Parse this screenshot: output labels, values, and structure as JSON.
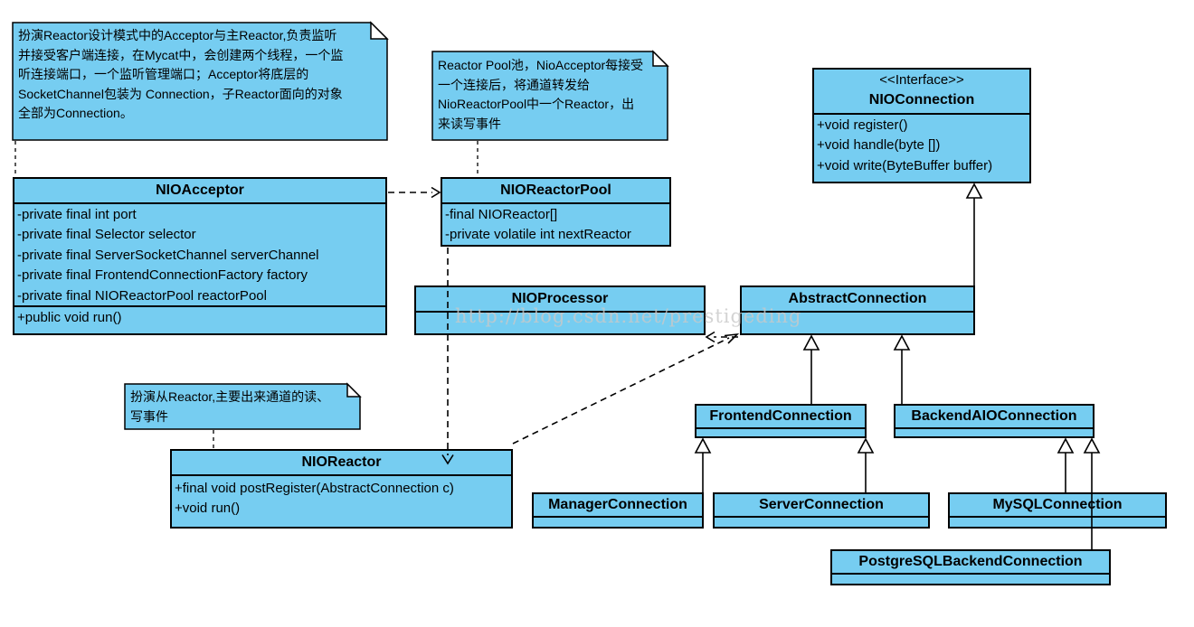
{
  "diagram": {
    "title": "Mycat NIO class diagram",
    "colors": {
      "node_fill": "#76cdf1",
      "border": "#000000",
      "background": "#ffffff",
      "watermark_text_color": "#c9c9c9"
    },
    "watermark": "http://blog.csdn.net/prestigeding"
  },
  "notes": [
    {
      "id": "note-acceptor",
      "text": "扮演Reactor设计模式中的Acceptor与主Reactor,负责监听\n并接受客户端连接，在Mycat中，会创建两个线程，一个监\n听连接端口，一个监听管理端口；Acceptor将底层的\nSocketChannel包装为 Connection，子Reactor面向的对象\n全部为Connection。"
    },
    {
      "id": "note-reactorpool",
      "text": "Reactor Pool池，NioAcceptor每接受\n一个连接后，将通道转发给\nNioReactorPool中一个Reactor，出\n来读写事件"
    },
    {
      "id": "note-nioreactor",
      "text": "扮演从Reactor,主要出来通道的读、\n写事件"
    }
  ],
  "classes": [
    {
      "id": "NIOConnection",
      "stereotype": "<<Interface>>",
      "name": "NIOConnection",
      "attributes": [],
      "methods": [
        "+void register()",
        "+void handle(byte [])",
        "+void write(ByteBuffer buffer)"
      ]
    },
    {
      "id": "NIOAcceptor",
      "name": "NIOAcceptor",
      "attributes": [
        "-private final int port",
        "-private final Selector selector",
        "-private final ServerSocketChannel serverChannel",
        "-private final FrontendConnectionFactory factory",
        "-private final NIOReactorPool reactorPool"
      ],
      "methods": [
        "+public void run()"
      ]
    },
    {
      "id": "NIOReactorPool",
      "name": "NIOReactorPool",
      "attributes": [
        "-final NIOReactor[]",
        "-private volatile int nextReactor"
      ],
      "methods": []
    },
    {
      "id": "NIOProcessor",
      "name": "NIOProcessor",
      "attributes": [],
      "methods": []
    },
    {
      "id": "AbstractConnection",
      "name": "AbstractConnection",
      "attributes": [],
      "methods": []
    },
    {
      "id": "FrontendConnection",
      "name": "FrontendConnection",
      "attributes": [],
      "methods": []
    },
    {
      "id": "BackendAIOConnection",
      "name": "BackendAIOConnection",
      "attributes": [],
      "methods": []
    },
    {
      "id": "NIOReactor",
      "name": "NIOReactor",
      "attributes": [],
      "methods": [
        "+final void postRegister(AbstractConnection c)",
        "+void run()"
      ]
    },
    {
      "id": "ManagerConnection",
      "name": "ManagerConnection",
      "attributes": [],
      "methods": []
    },
    {
      "id": "ServerConnection",
      "name": "ServerConnection",
      "attributes": [],
      "methods": []
    },
    {
      "id": "MySQLConnection",
      "name": "MySQLConnection",
      "attributes": [],
      "methods": []
    },
    {
      "id": "PostgreSQLBackendConnection",
      "name": "PostgreSQLBackendConnection",
      "attributes": [],
      "methods": []
    }
  ],
  "relations": [
    {
      "from": "AbstractConnection",
      "to": "NIOConnection",
      "type": "generalization"
    },
    {
      "from": "FrontendConnection",
      "to": "AbstractConnection",
      "type": "generalization"
    },
    {
      "from": "BackendAIOConnection",
      "to": "AbstractConnection",
      "type": "generalization"
    },
    {
      "from": "ManagerConnection",
      "to": "FrontendConnection",
      "type": "generalization"
    },
    {
      "from": "ServerConnection",
      "to": "FrontendConnection",
      "type": "generalization"
    },
    {
      "from": "MySQLConnection",
      "to": "BackendAIOConnection",
      "type": "generalization"
    },
    {
      "from": "PostgreSQLBackendConnection",
      "to": "BackendAIOConnection",
      "type": "generalization"
    },
    {
      "from": "NIOAcceptor",
      "to": "NIOReactorPool",
      "type": "dependency"
    },
    {
      "from": "NIOReactorPool",
      "to": "NIOReactor",
      "type": "dependency"
    },
    {
      "from": "AbstractConnection",
      "to": "NIOProcessor",
      "type": "dependency"
    },
    {
      "from": "NIOReactor",
      "to": "AbstractConnection",
      "type": "dependency"
    },
    {
      "from": "note-acceptor",
      "to": "NIOAcceptor",
      "type": "note-anchor"
    },
    {
      "from": "note-reactorpool",
      "to": "NIOReactorPool",
      "type": "note-anchor"
    },
    {
      "from": "note-nioreactor",
      "to": "NIOReactor",
      "type": "note-anchor"
    }
  ]
}
